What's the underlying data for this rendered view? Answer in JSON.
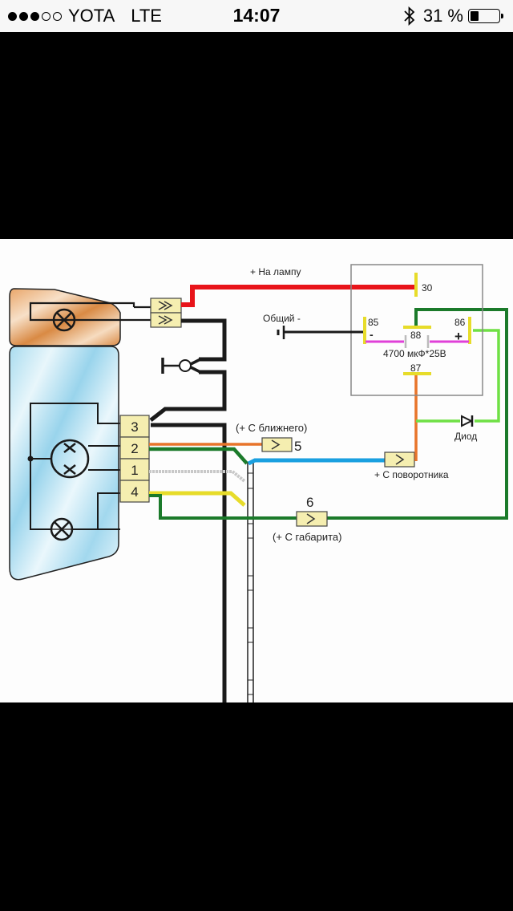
{
  "status_bar": {
    "signal_bars_filled": 3,
    "signal_bars_total": 5,
    "carrier": "YOTA",
    "network": "LTE",
    "time": "14:07",
    "bluetooth_icon": "bluetooth-icon",
    "battery_percent_label": "31 %",
    "battery_level": 0.31
  },
  "photo": {
    "description": "Wiring diagram: headlight/turn-signal relay with capacitor",
    "labels": {
      "to_lamp": "+ На лампу",
      "common_ground": "Общий -",
      "pin_30": "30",
      "pin_85": "85",
      "pin_86": "86",
      "pin_88": "88",
      "pin_87": "87",
      "minus": "-",
      "plus": "+",
      "capacitor": "4700 мкФ*25В",
      "diode": "Диод",
      "from_low_beam": "(+ С ближнего)",
      "connector_5": "5",
      "from_turn_signal": "+ С поворотника",
      "connector_6": "6",
      "from_parking_light": "(+ С габарита)",
      "block_pin_3": "3",
      "block_pin_2": "2",
      "block_pin_1": "1",
      "block_pin_4": "4"
    },
    "wire_colors": {
      "red": "#e8141a",
      "black": "#1a1a1a",
      "green_dark": "#1b7a2a",
      "green_light": "#6fe045",
      "orange": "#e8742a",
      "blue": "#1aa0e0",
      "yellow": "#e7dc2a",
      "magenta": "#e040d8",
      "grey": "#c8c8c8"
    }
  }
}
